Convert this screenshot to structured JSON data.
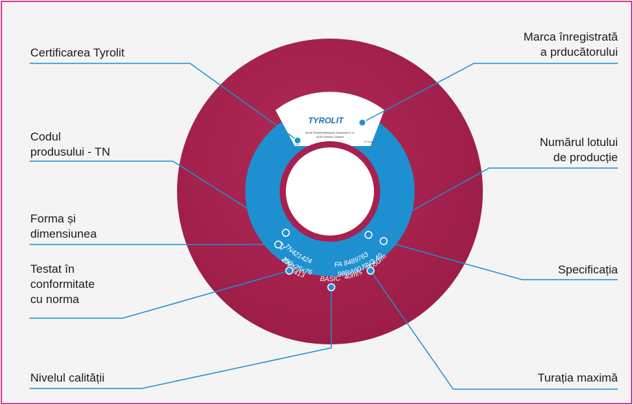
{
  "colors": {
    "frame": "#d63a8f",
    "background": "#f4f4f5",
    "wheel": "#a8204e",
    "label_band": "#1e90cf",
    "leader_line": "#1e90cf",
    "white_label": "#ffffff"
  },
  "labels": {
    "certification": "Certificarea Tyrolit",
    "trademark_line1": "Marca înregistrată",
    "trademark_line2": "a prducătorului",
    "product_code_line1": "Codul",
    "product_code_line2": "produsului - TN",
    "lot_number_line1": "Numărul lotului",
    "lot_number_line2": "de producție",
    "shape_line1": "Forma și",
    "shape_line2": "dimensiunea",
    "tested_line1": "Testat în",
    "tested_line2": "conformitate",
    "tested_line3": "cu norma",
    "specification": "Specificația",
    "quality_level": "Nivelul calității",
    "max_speed": "Turația maximă"
  },
  "wheel_label": {
    "brand": "TYROLIT",
    "company": "Tyrolit Schleifmittelwerke Swarovski K.G.",
    "address": "6130 Schwaz | Austria",
    "small_code": "27 mm",
    "tn": "TN421424",
    "fa": "FA 8489763",
    "dims": "250x25x76",
    "spec": "98RA60J9V3 40",
    "shape": "T1",
    "en": "EN",
    "norm": "12413",
    "basic": "BASIC",
    "speed": "40m/s",
    "rpm": "3050/min"
  }
}
